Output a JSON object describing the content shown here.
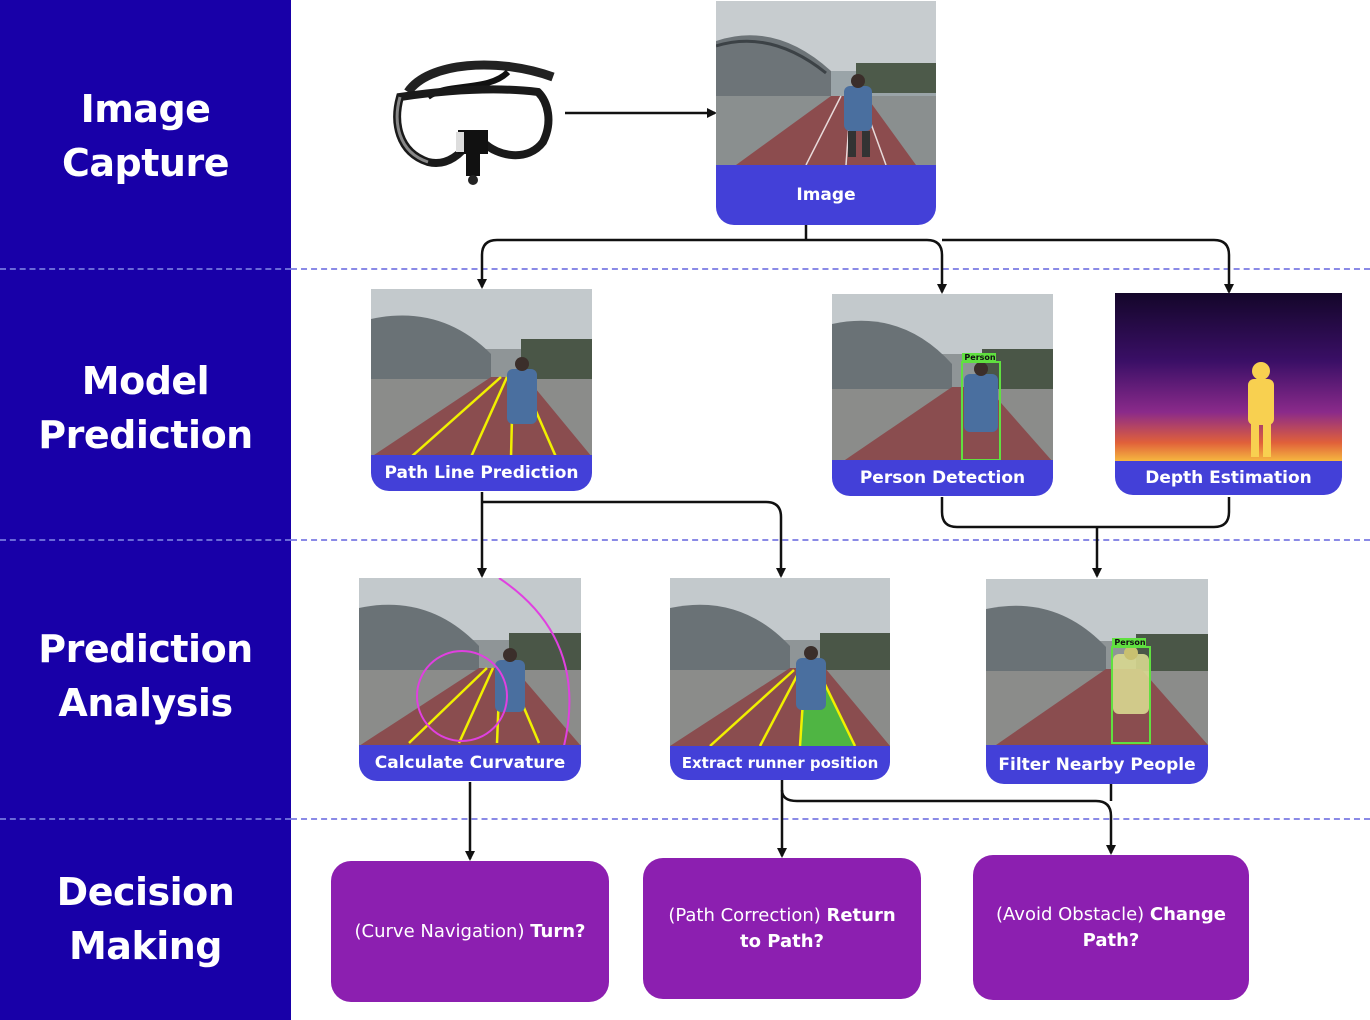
{
  "stages": [
    {
      "line1": "Image",
      "line2": "Capture"
    },
    {
      "line1": "Model",
      "line2": "Prediction"
    },
    {
      "line1": "Prediction",
      "line2": "Analysis"
    },
    {
      "line1": "Decision",
      "line2": "Making"
    }
  ],
  "cards": {
    "image": "Image",
    "path_line": "Path Line Prediction",
    "person_detection": "Person Detection",
    "depth_estimation": "Depth Estimation",
    "curvature": "Calculate Curvature",
    "runner_position": "Extract runner position",
    "filter_people": "Filter Nearby People"
  },
  "detection_label": "Person",
  "decisions": [
    {
      "prefix": "(Curve Navigation) ",
      "bold": "Turn?"
    },
    {
      "prefix": "(Path Correction) ",
      "bold": "Return to Path?"
    },
    {
      "prefix": "(Avoid Obstacle) ",
      "bold": "Change Path?"
    }
  ],
  "colors": {
    "sidebar": "#1800a8",
    "caption": "#4340d8",
    "decision": "#8c1fb0",
    "path_line": "#f0f000",
    "detection_box": "#60e040",
    "curvature_circle": "#e040e0"
  }
}
